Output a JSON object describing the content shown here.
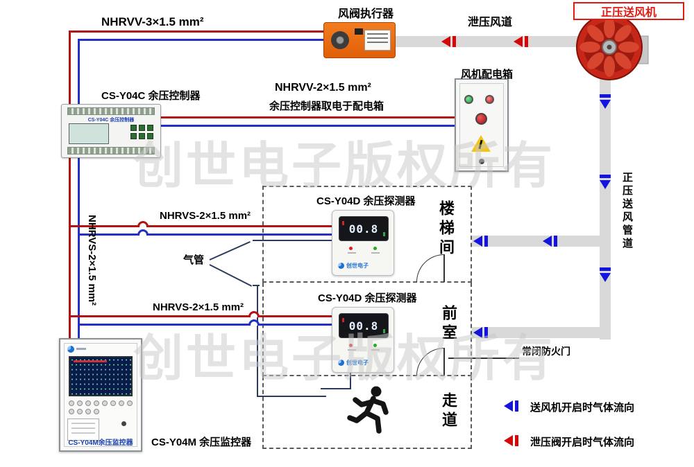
{
  "watermark": {
    "text": "创世电子版权所有"
  },
  "labels": {
    "cable_top": "NHRVV-3×1.5 mm²",
    "actuator": "风阀执行器",
    "relief_duct": "泄压风道",
    "fan": "正压送风机",
    "controller": "CS-Y04C 余压控制器",
    "cable_power": "NHRVV-2×1.5 mm²",
    "cable_power_note": "余压控制器取电于配电箱",
    "dist_box": "风机配电箱",
    "supply_duct": "正压送风管道",
    "detector_top": "CS-Y04D 余压探测器",
    "detector_mid": "CS-Y04D 余压探测器",
    "cable_branch_top": "NHRVS-2×1.5 mm²",
    "cable_branch_mid": "NHRVS-2×1.5 mm²",
    "cable_riser": "NHRVS-2×1.5 mm²",
    "air_tube": "气管",
    "fire_door": "常闭防火门",
    "monitor": "CS-Y04M 余压监控器",
    "room_stairwell": "楼梯间",
    "room_anteroom": "前室",
    "room_corridor": "走道"
  },
  "devices": {
    "controller_screen_title": "CS-Y04C 余压控制器",
    "detector_value_top": "00.8",
    "detector_value_mid": "00.8",
    "detector_brand": "创世电子",
    "monitor_nameplate": "CS-Y04M余压监控器"
  },
  "legend": {
    "supply": {
      "text": "送风机开启时气体流向",
      "color": "#1414dd"
    },
    "relief": {
      "text": "泄压阀开启时气体流向",
      "color": "#d40808"
    }
  },
  "colors": {
    "wire_red": "#b31212",
    "wire_blue": "#2330c8",
    "duct_gray": "#d9d9d9",
    "arrow_blue": "#1414dd",
    "arrow_red": "#d40808",
    "fan_red": "#c62718",
    "actuator_orange": "#e96a12"
  }
}
